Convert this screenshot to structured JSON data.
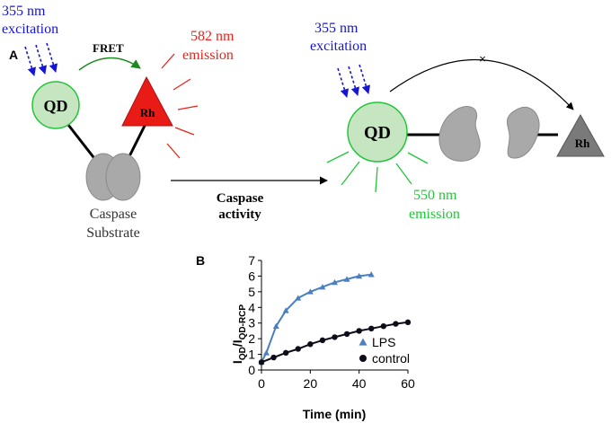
{
  "panel_a": {
    "panel_label": "A",
    "left": {
      "excitation_line1": "355 nm",
      "excitation_line2": "excitation",
      "fret_label": "FRET",
      "emission_line1": "582 nm",
      "emission_line2": "emission",
      "qd_label": "QD",
      "rh_label": "Rh",
      "substrate_line1": "Caspase",
      "substrate_line2": "Substrate"
    },
    "arrow": {
      "label_line1": "Caspase",
      "label_line2": "activity"
    },
    "right": {
      "excitation_line1": "355 nm",
      "excitation_line2": "excitation",
      "blocked_mark": "×",
      "qd_label": "QD",
      "rh_label": "Rh",
      "emission_line1": "550 nm",
      "emission_line2": "emission"
    },
    "colors": {
      "excitation": "#1515d8",
      "red_emission": "#e8241c",
      "green_emission": "#22c53a",
      "qd_fill": "#c6e6c1",
      "rh_red": "#e81b16",
      "rh_gray": "#7a7a7a",
      "substrate_gray": "#a9a9a9"
    }
  },
  "chart_data": {
    "panel_label": "B",
    "type": "line",
    "ylabel_main": "I",
    "ylabel_sub1": "QD",
    "ylabel_sep": "/I",
    "ylabel_sub2": "QD-RCP",
    "xlabel": "Time (min)",
    "xlim": [
      0,
      60
    ],
    "ylim": [
      0,
      7
    ],
    "xticks": [
      "0",
      "20",
      "40",
      "60"
    ],
    "yticks": [
      "0",
      "1",
      "2",
      "3",
      "4",
      "5",
      "6",
      "7"
    ],
    "legend_position": "bottom-right",
    "series": [
      {
        "name": "LPS",
        "marker": "triangle",
        "color": "#4a7fc1",
        "x": [
          0,
          2,
          6,
          10,
          15,
          20,
          25,
          30,
          35,
          40,
          45
        ],
        "y": [
          0.5,
          1.1,
          2.8,
          3.8,
          4.6,
          5.0,
          5.3,
          5.6,
          5.8,
          6.0,
          6.1
        ]
      },
      {
        "name": "control",
        "marker": "circle",
        "color": "#0d0d1a",
        "x": [
          0,
          5,
          10,
          15,
          20,
          25,
          30,
          35,
          40,
          45,
          50,
          55,
          60
        ],
        "y": [
          0.5,
          0.8,
          1.1,
          1.35,
          1.65,
          1.9,
          2.1,
          2.3,
          2.5,
          2.65,
          2.8,
          2.95,
          3.05
        ]
      }
    ]
  }
}
